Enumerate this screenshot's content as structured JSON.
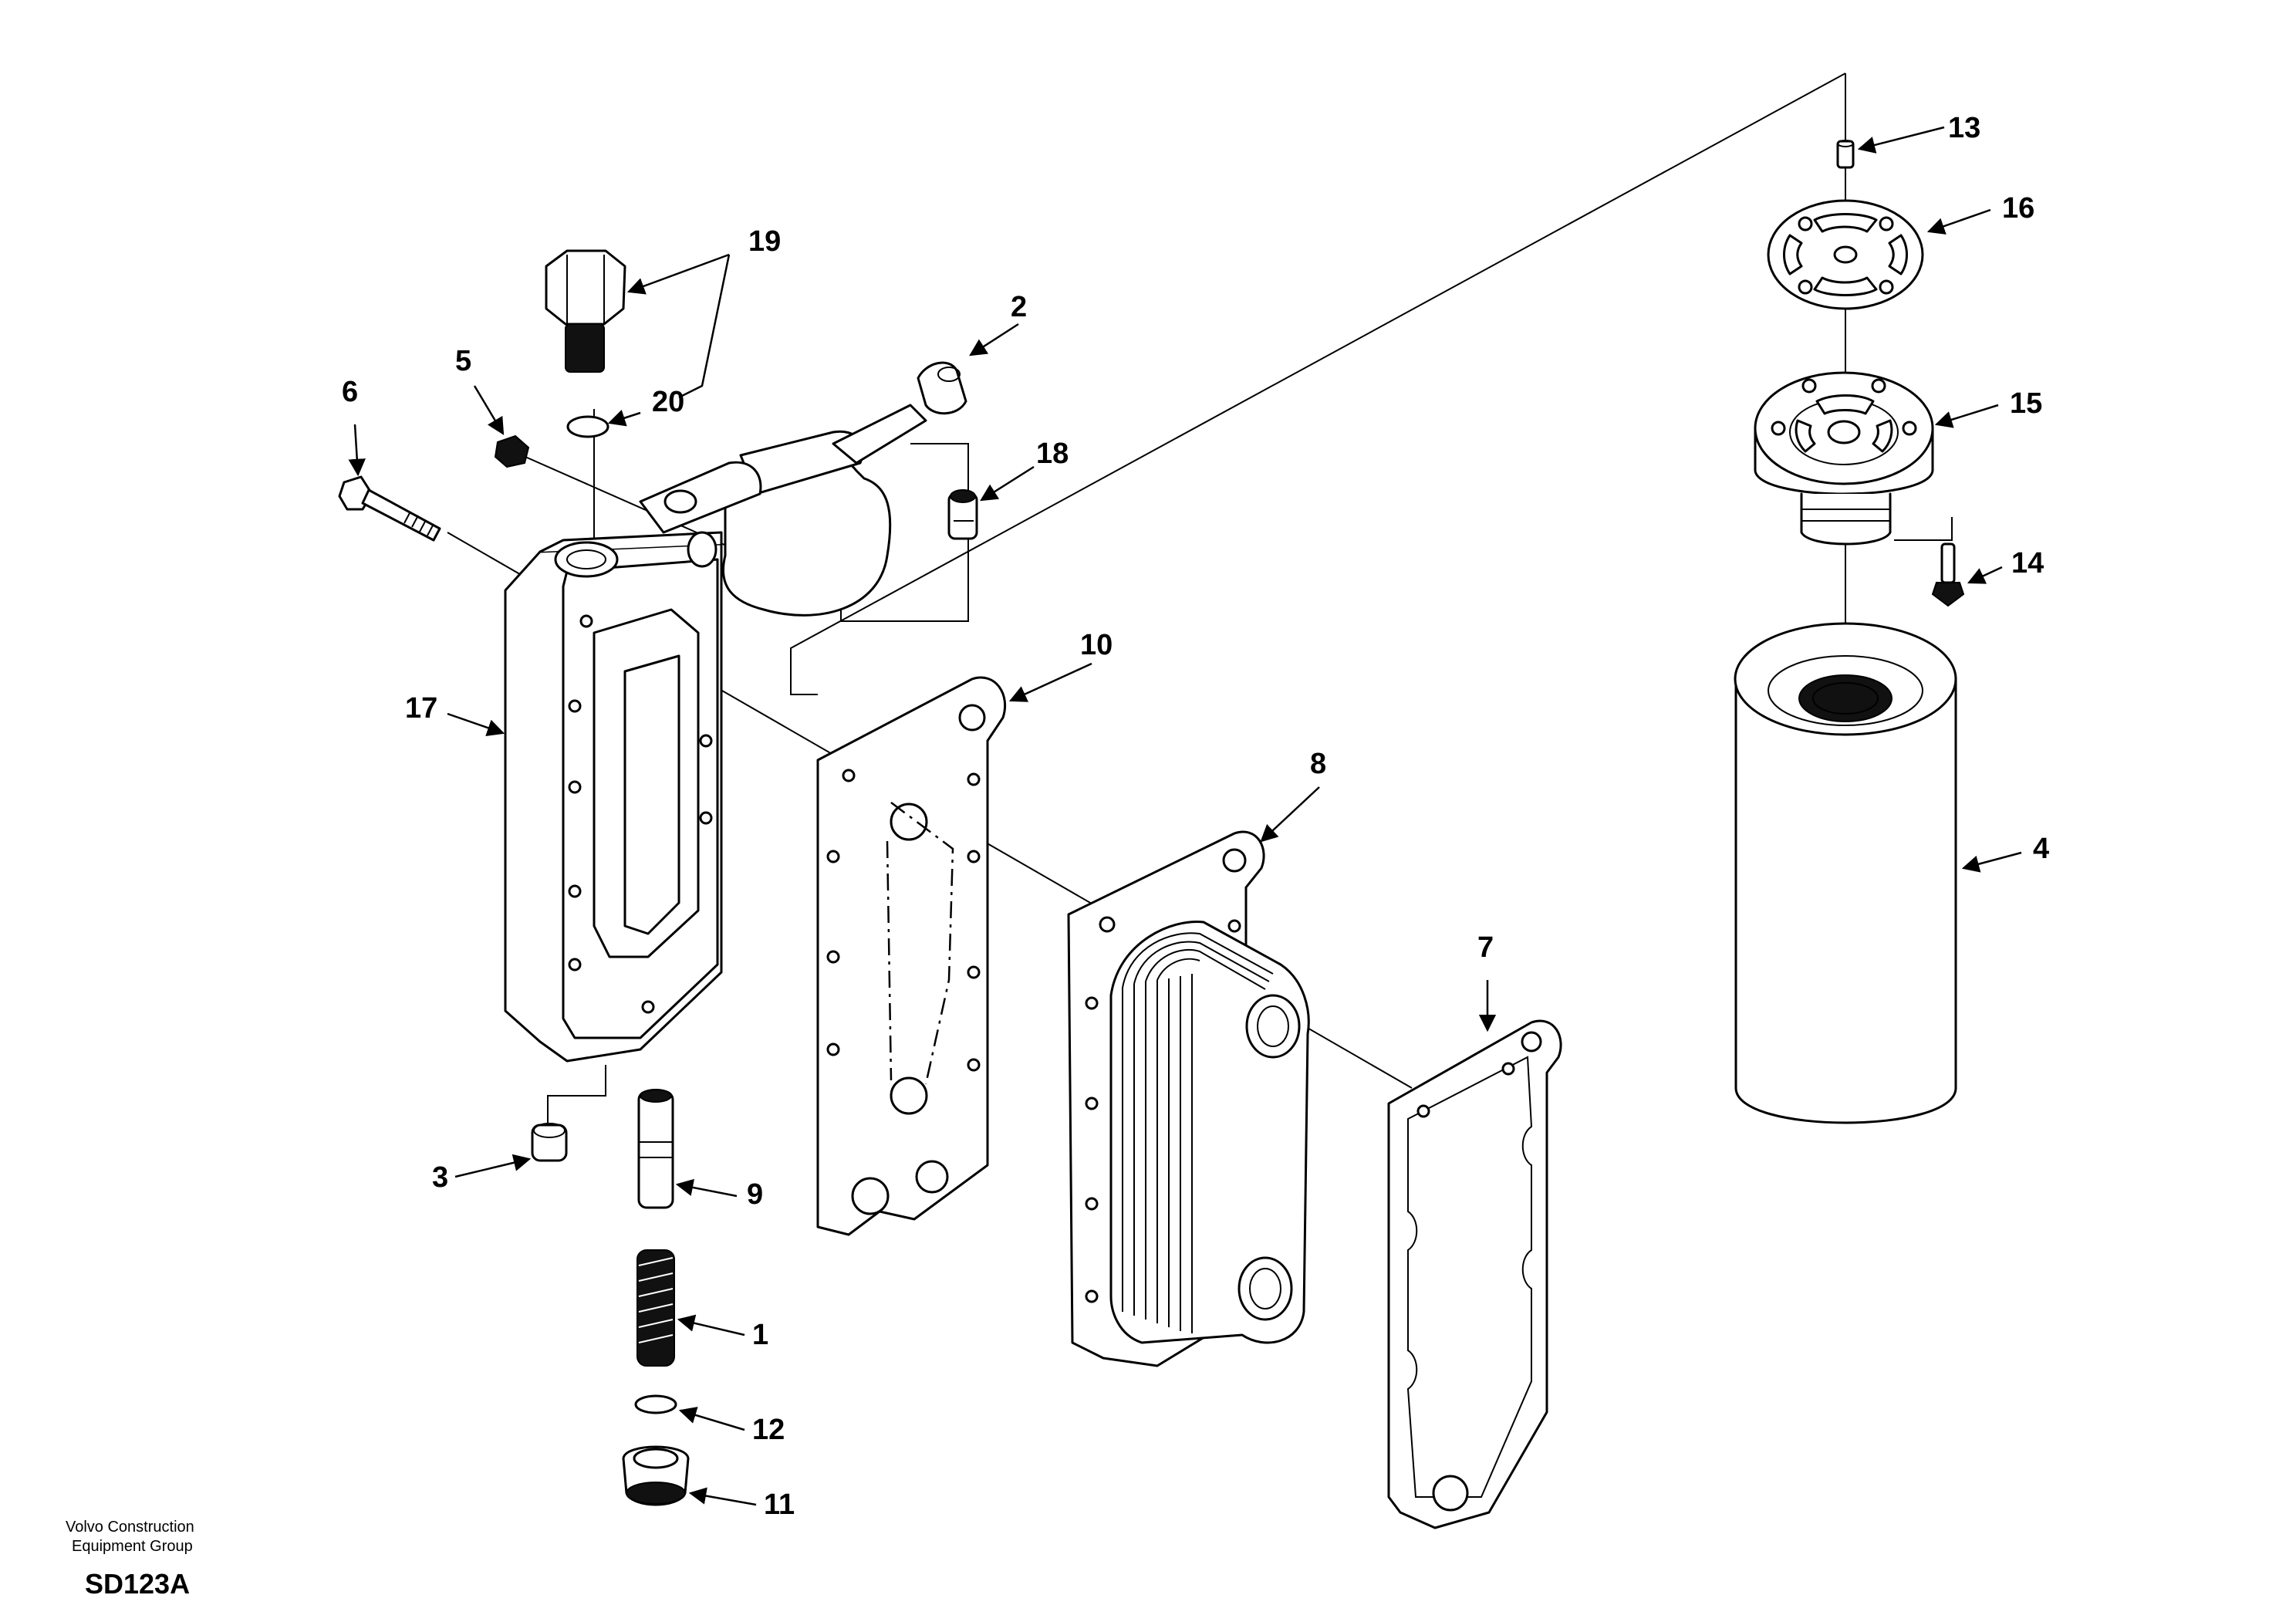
{
  "callouts": {
    "c1": "1",
    "c2": "2",
    "c3": "3",
    "c4": "4",
    "c5": "5",
    "c6": "6",
    "c7": "7",
    "c8": "8",
    "c9": "9",
    "c10": "10",
    "c11": "11",
    "c12": "12",
    "c13": "13",
    "c14": "14",
    "c15": "15",
    "c16": "16",
    "c17": "17",
    "c18": "18",
    "c19": "19",
    "c20": "20"
  },
  "footer": {
    "company_line1": "Volvo Construction",
    "company_line2": "Equipment Group",
    "drawing_code": "SD123A"
  }
}
